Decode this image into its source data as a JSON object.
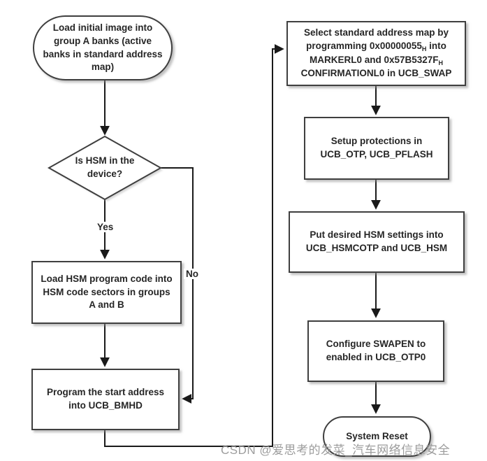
{
  "watermark": "CSDN @爱思考的发菜_汽车网络信息安全",
  "colors": {
    "background": "#ffffff",
    "shape_fill": "#ffffff",
    "shape_border": "#3f3f3f",
    "connector": "#1a1a1a",
    "text": "#262626",
    "watermark": "#9c9c9c"
  },
  "flowchart": {
    "start": {
      "label": "Load initial image into group A banks (active banks in standard address map)"
    },
    "decision": {
      "label": "Is HSM in the device?",
      "yes_label": "Yes",
      "no_label": "No"
    },
    "load_hsm": {
      "label": "Load HSM program code into HSM code sectors in groups A and B"
    },
    "program_start": {
      "label": "Program the start address into UCB_BMHD"
    },
    "select_map": {
      "parts": [
        {
          "t": "Select standard address map by programming 0x00000055"
        },
        {
          "t": "H",
          "sub": true
        },
        {
          "t": " into MARKERL0 and 0x57B5327F"
        },
        {
          "t": "H",
          "sub": true
        },
        {
          "t": " CONFIRMATIONL0 in UCB_SWAP"
        }
      ]
    },
    "setup_protections": {
      "label": "Setup protections in UCB_OTP, UCB_PFLASH"
    },
    "put_hsm_settings": {
      "label": "Put desired HSM settings into UCB_HSMCOTP and UCB_HSM"
    },
    "configure_swapen": {
      "label": "Configure SWAPEN to enabled in UCB_OTP0"
    },
    "system_reset": {
      "label": "System Reset"
    }
  }
}
